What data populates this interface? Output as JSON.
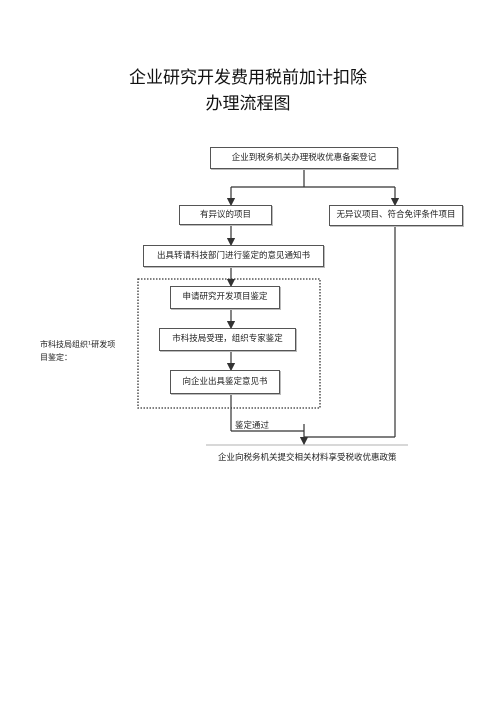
{
  "title": {
    "line1": "企业研究开发费用税前加计扣除",
    "line2": "办理流程图"
  },
  "flow": {
    "step_register": "企业到税务机关办理税收优惠备案登记",
    "branch_disputed": "有异议的项目",
    "branch_undisputed": "无异议项目、符合免评条件项目",
    "step_notice": "出具转请科技部门进行鉴定的意见通知书",
    "step_apply": "申请研究开发项目鉴定",
    "step_accept": "市科技局受理，组织专家鉴定",
    "step_opinion": "向企业出具鉴定意见书",
    "step_pass": "鉴定通过",
    "step_final": "企业向税务机关提交相关材料享受税收优惠政策"
  },
  "side_note": {
    "line1": "市科技局组织¹研发项",
    "line2": "目鉴定："
  }
}
